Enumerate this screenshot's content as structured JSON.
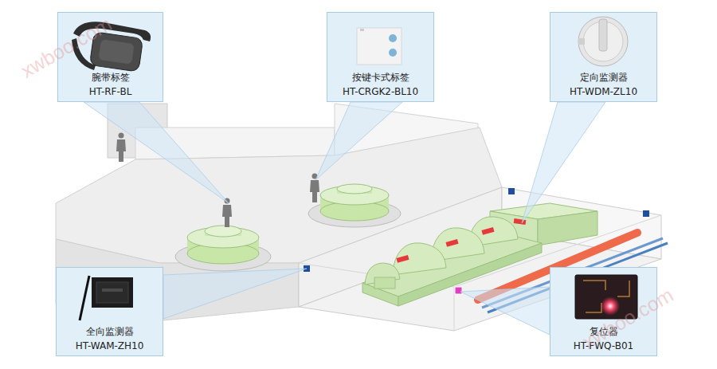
{
  "diagram": {
    "nodes": [
      {
        "text": [
          "腕带标签",
          "HT-RF-BL"
        ]
      },
      {
        "text": [
          "按键卡式标签",
          "HT-CRGK2-BL10"
        ]
      },
      {
        "text": [
          "定向监测器",
          "HT-WDM-ZL10"
        ]
      },
      {
        "text": [
          "全向监测器",
          "HT-WAM-ZH10"
        ]
      },
      {
        "text": [
          "复位器",
          "HT-FWQ-B01"
        ]
      }
    ],
    "labels": [
      "xwboo.com",
      "xwboo.com"
    ]
  }
}
